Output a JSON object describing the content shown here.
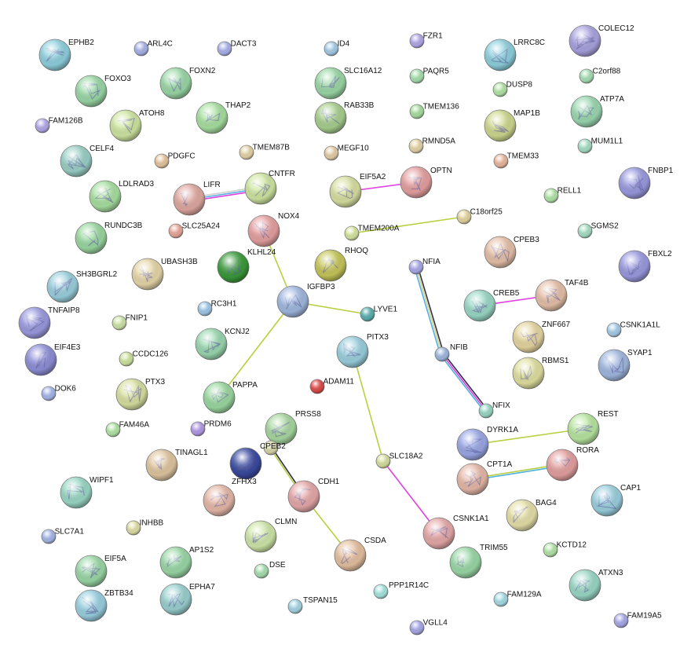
{
  "network": {
    "nodes": [
      {
        "id": "EPHB2",
        "label": "EPHB2",
        "color": "#8ed0de",
        "size": "large",
        "structure": true
      },
      {
        "id": "ARL4C",
        "label": "ARL4C",
        "color": "#a9b3ea",
        "size": "small",
        "structure": false
      },
      {
        "id": "DACT3",
        "label": "DACT3",
        "color": "#a9b3ea",
        "size": "small",
        "structure": false
      },
      {
        "id": "ID4",
        "label": "ID4",
        "color": "#a6cdea",
        "size": "small",
        "structure": false
      },
      {
        "id": "FZR1",
        "label": "FZR1",
        "color": "#b3a9ea",
        "size": "small",
        "structure": false
      },
      {
        "id": "LRRC8C",
        "label": "LRRC8C",
        "color": "#8ed0de",
        "size": "large",
        "structure": true
      },
      {
        "id": "COLEC12",
        "label": "COLEC12",
        "color": "#a9a3e0",
        "size": "large",
        "structure": true
      },
      {
        "id": "FOXO3",
        "label": "FOXO3",
        "color": "#9ad8a6",
        "size": "large",
        "structure": true
      },
      {
        "id": "FOXN2",
        "label": "FOXN2",
        "color": "#9ad8a6",
        "size": "large",
        "structure": true
      },
      {
        "id": "SLC16A12",
        "label": "SLC16A12",
        "color": "#9ad8a6",
        "size": "large",
        "structure": true
      },
      {
        "id": "PAQR5",
        "label": "PAQR5",
        "color": "#a8e0b0",
        "size": "small",
        "structure": false
      },
      {
        "id": "C2orf88",
        "label": "C2orf88",
        "color": "#a8e0b8",
        "size": "small",
        "structure": false
      },
      {
        "id": "DUSP8",
        "label": "DUSP8",
        "color": "#b3e6a8",
        "size": "small",
        "structure": false
      },
      {
        "id": "FAM126B",
        "label": "FAM126B",
        "color": "#b3a9ea",
        "size": "small",
        "structure": false
      },
      {
        "id": "ATOH8",
        "label": "ATOH8",
        "color": "#cfe6a0",
        "size": "large",
        "structure": true
      },
      {
        "id": "THAP2",
        "label": "THAP2",
        "color": "#a8e0a0",
        "size": "large",
        "structure": true
      },
      {
        "id": "RAB33B",
        "label": "RAB33B",
        "color": "#a8cf8e",
        "size": "large",
        "structure": true
      },
      {
        "id": "TMEM136",
        "label": "TMEM136",
        "color": "#a8e0a0",
        "size": "small",
        "structure": false
      },
      {
        "id": "MAP1B",
        "label": "MAP1B",
        "color": "#cfd88e",
        "size": "large",
        "structure": true
      },
      {
        "id": "ATP7A",
        "label": "ATP7A",
        "color": "#9ad8b0",
        "size": "large",
        "structure": true
      },
      {
        "id": "MUM1L1",
        "label": "MUM1L1",
        "color": "#a8e0c6",
        "size": "small",
        "structure": false
      },
      {
        "id": "CELF4",
        "label": "CELF4",
        "color": "#9ad0c6",
        "size": "large",
        "structure": true
      },
      {
        "id": "PDGFC",
        "label": "PDGFC",
        "color": "#e6c6a0",
        "size": "small",
        "structure": false
      },
      {
        "id": "TMEM87B",
        "label": "TMEM87B",
        "color": "#e6d6a8",
        "size": "small",
        "structure": false
      },
      {
        "id": "MEGF10",
        "label": "MEGF10",
        "color": "#e6cfa8",
        "size": "small",
        "structure": false
      },
      {
        "id": "RMND5A",
        "label": "RMND5A",
        "color": "#e6d6a8",
        "size": "small",
        "structure": false
      },
      {
        "id": "TMEM33",
        "label": "TMEM33",
        "color": "#eab8a0",
        "size": "small",
        "structure": false
      },
      {
        "id": "FNBP1",
        "label": "FNBP1",
        "color": "#9a9ae0",
        "size": "large",
        "structure": true
      },
      {
        "id": "LDLRAD3",
        "label": "LDLRAD3",
        "color": "#a8e0a0",
        "size": "large",
        "structure": true
      },
      {
        "id": "LIFR",
        "label": "LIFR",
        "color": "#e0a8a0",
        "size": "large",
        "structure": true
      },
      {
        "id": "CNTFR",
        "label": "CNTFR",
        "color": "#cfe6a0",
        "size": "large",
        "structure": true
      },
      {
        "id": "EIF5A2",
        "label": "EIF5A2",
        "color": "#d8e0a0",
        "size": "large",
        "structure": true
      },
      {
        "id": "OPTN",
        "label": "OPTN",
        "color": "#e6a0a0",
        "size": "large",
        "structure": true
      },
      {
        "id": "RELL1",
        "label": "RELL1",
        "color": "#b3e6a8",
        "size": "small",
        "structure": false
      },
      {
        "id": "SLC25A24",
        "label": "SLC25A24",
        "color": "#eaa89a",
        "size": "small",
        "structure": false
      },
      {
        "id": "NOX4",
        "label": "NOX4",
        "color": "#e6a0a0",
        "size": "large",
        "structure": true
      },
      {
        "id": "TMEM200A",
        "label": "TMEM200A",
        "color": "#d8e6a0",
        "size": "small",
        "structure": false
      },
      {
        "id": "C18orf25",
        "label": "C18orf25",
        "color": "#e6d6a0",
        "size": "small",
        "structure": false
      },
      {
        "id": "SGMS2",
        "label": "SGMS2",
        "color": "#a8e0c6",
        "size": "small",
        "structure": false
      },
      {
        "id": "RUNDC3B",
        "label": "RUNDC3B",
        "color": "#9ad8a0",
        "size": "large",
        "structure": true
      },
      {
        "id": "KLHL24",
        "label": "KLHL24",
        "color": "#3a9a3a",
        "size": "large",
        "structure": true
      },
      {
        "id": "RHOQ",
        "label": "RHOQ",
        "color": "#c6c65a",
        "size": "large",
        "structure": true
      },
      {
        "id": "CPEB3",
        "label": "CPEB3",
        "color": "#e6c0a8",
        "size": "large",
        "structure": true
      },
      {
        "id": "FBXL2",
        "label": "FBXL2",
        "color": "#9a9ae0",
        "size": "large",
        "structure": true
      },
      {
        "id": "UBASH3B",
        "label": "UBASH3B",
        "color": "#e6d6a8",
        "size": "large",
        "structure": true
      },
      {
        "id": "SH3BGRL2",
        "label": "SH3BGRL2",
        "color": "#9ad0de",
        "size": "large",
        "structure": true
      },
      {
        "id": "NFIA",
        "label": "NFIA",
        "color": "#a9a9ea",
        "size": "small",
        "structure": false
      },
      {
        "id": "IGFBP3",
        "label": "IGFBP3",
        "color": "#a0b8e0",
        "size": "large",
        "structure": true
      },
      {
        "id": "RC3H1",
        "label": "RC3H1",
        "color": "#a0c8ea",
        "size": "small",
        "structure": false
      },
      {
        "id": "CREB5",
        "label": "CREB5",
        "color": "#9ad8c6",
        "size": "large",
        "structure": true
      },
      {
        "id": "TAF4B",
        "label": "TAF4B",
        "color": "#e6c0a8",
        "size": "large",
        "structure": true
      },
      {
        "id": "TNFAIP8",
        "label": "TNFAIP8",
        "color": "#9a9ae0",
        "size": "large",
        "structure": true
      },
      {
        "id": "FNIP1",
        "label": "FNIP1",
        "color": "#cfe6a8",
        "size": "small",
        "structure": false
      },
      {
        "id": "LYVE1",
        "label": "LYVE1",
        "color": "#5ab0b0",
        "size": "small",
        "structure": false
      },
      {
        "id": "KCNJ2",
        "label": "KCNJ2",
        "color": "#9ad8b0",
        "size": "large",
        "structure": true
      },
      {
        "id": "ZNF667",
        "label": "ZNF667",
        "color": "#e6d6a0",
        "size": "large",
        "structure": true
      },
      {
        "id": "CSNK1A1L",
        "label": "CSNK1A1L",
        "color": "#a6cdea",
        "size": "small",
        "structure": false
      },
      {
        "id": "EIF4E3",
        "label": "EIF4E3",
        "color": "#8e8ed8",
        "size": "large",
        "structure": true
      },
      {
        "id": "CCDC126",
        "label": "CCDC126",
        "color": "#cfe6a0",
        "size": "small",
        "structure": false
      },
      {
        "id": "PITX3",
        "label": "PITX3",
        "color": "#9ad0de",
        "size": "large",
        "structure": true
      },
      {
        "id": "NFIB",
        "label": "NFIB",
        "color": "#a0b8e0",
        "size": "small",
        "structure": false
      },
      {
        "id": "RBMS1",
        "label": "RBMS1",
        "color": "#e0e0a0",
        "size": "large",
        "structure": true
      },
      {
        "id": "SYAP1",
        "label": "SYAP1",
        "color": "#a0b8e0",
        "size": "large",
        "structure": true
      },
      {
        "id": "DOK6",
        "label": "DOK6",
        "color": "#a6b8ea",
        "size": "small",
        "structure": false
      },
      {
        "id": "PTX3",
        "label": "PTX3",
        "color": "#d8e0a0",
        "size": "large",
        "structure": true
      },
      {
        "id": "ADAM11",
        "label": "ADAM11",
        "color": "#e04a4a",
        "size": "small",
        "structure": false
      },
      {
        "id": "PAPPA",
        "label": "PAPPA",
        "color": "#9ad8a0",
        "size": "large",
        "structure": true
      },
      {
        "id": "NFIX",
        "label": "NFIX",
        "color": "#9ad8c6",
        "size": "small",
        "structure": false
      },
      {
        "id": "FAM46A",
        "label": "FAM46A",
        "color": "#b3e6a8",
        "size": "small",
        "structure": false
      },
      {
        "id": "PRDM6",
        "label": "PRDM6",
        "color": "#b39ae6",
        "size": "small",
        "structure": false
      },
      {
        "id": "PRSS8",
        "label": "PRSS8",
        "color": "#a8d8a0",
        "size": "large",
        "structure": true
      },
      {
        "id": "REST",
        "label": "REST",
        "color": "#b8e6a0",
        "size": "large",
        "structure": true
      },
      {
        "id": "DYRK1A",
        "label": "DYRK1A",
        "color": "#9aa8e6",
        "size": "large",
        "structure": true
      },
      {
        "id": "TINAGL1",
        "label": "TINAGL1",
        "color": "#e0c6a0",
        "size": "large",
        "structure": true
      },
      {
        "id": "CPEB2",
        "label": "CPEB2",
        "color": "#d8d6a8",
        "size": "small",
        "structure": false
      },
      {
        "id": "SLC18A2",
        "label": "SLC18A2",
        "color": "#d8e0a0",
        "size": "small",
        "structure": false
      },
      {
        "id": "RORA",
        "label": "RORA",
        "color": "#e6a0a0",
        "size": "large",
        "structure": true
      },
      {
        "id": "ZFHX3",
        "label": "ZFHX3",
        "color": "#3a4aa0",
        "size": "large",
        "structure": true
      },
      {
        "id": "CPT1A",
        "label": "CPT1A",
        "color": "#e6b8a8",
        "size": "large",
        "structure": true
      },
      {
        "id": "WIPF1",
        "label": "WIPF1",
        "color": "#9ad8c6",
        "size": "large",
        "structure": true
      },
      {
        "id": "CDH1",
        "label": "CDH1",
        "color": "#e6a8a8",
        "size": "large",
        "structure": true
      },
      {
        "id": "CAP1",
        "label": "CAP1",
        "color": "#9ad0de",
        "size": "large",
        "structure": true
      },
      {
        "id": "SLC7A1",
        "label": "SLC7A1",
        "color": "#a6b8ea",
        "size": "small",
        "structure": false
      },
      {
        "id": "INHBB",
        "label": "INHBB",
        "color": "#e0e0a8",
        "size": "small",
        "structure": false
      },
      {
        "id": "UNLABELED1",
        "label": "",
        "color": "#e6b8a8",
        "size": "large",
        "structure": true
      },
      {
        "id": "BAG4",
        "label": "BAG4",
        "color": "#e6e0a8",
        "size": "large",
        "structure": true
      },
      {
        "id": "CSNK1A1",
        "label": "CSNK1A1",
        "color": "#e6a8a8",
        "size": "large",
        "structure": true
      },
      {
        "id": "CLMN",
        "label": "CLMN",
        "color": "#cfe6a8",
        "size": "large",
        "structure": true
      },
      {
        "id": "KCTD12",
        "label": "KCTD12",
        "color": "#b3e6a8",
        "size": "small",
        "structure": false
      },
      {
        "id": "EIF5A",
        "label": "EIF5A",
        "color": "#9ad8a6",
        "size": "large",
        "structure": true
      },
      {
        "id": "AP1S2",
        "label": "AP1S2",
        "color": "#9ad8a6",
        "size": "large",
        "structure": true
      },
      {
        "id": "CSDA",
        "label": "CSDA",
        "color": "#e6c0a0",
        "size": "large",
        "structure": true
      },
      {
        "id": "TRIM55",
        "label": "TRIM55",
        "color": "#9ad8a6",
        "size": "large",
        "structure": true
      },
      {
        "id": "ATXN3",
        "label": "ATXN3",
        "color": "#9ad8c6",
        "size": "large",
        "structure": true
      },
      {
        "id": "DSE",
        "label": "DSE",
        "color": "#a8e0b0",
        "size": "small",
        "structure": false
      },
      {
        "id": "PPP1R14C",
        "label": "PPP1R14C",
        "color": "#a8e6e0",
        "size": "small",
        "structure": false
      },
      {
        "id": "ZBTB34",
        "label": "ZBTB34",
        "color": "#9ad0e0",
        "size": "large",
        "structure": true
      },
      {
        "id": "EPHA7",
        "label": "EPHA7",
        "color": "#9ad0d0",
        "size": "large",
        "structure": true
      },
      {
        "id": "TSPAN15",
        "label": "TSPAN15",
        "color": "#a6d6e6",
        "size": "small",
        "structure": false
      },
      {
        "id": "FAM129A",
        "label": "FAM129A",
        "color": "#a6dde6",
        "size": "small",
        "structure": false
      },
      {
        "id": "FAM19A5",
        "label": "FAM19A5",
        "color": "#a9a9ea",
        "size": "small",
        "structure": false
      },
      {
        "id": "VGLL4",
        "label": "VGLL4",
        "color": "#a9a9ea",
        "size": "small",
        "structure": false
      }
    ],
    "edges": [
      {
        "source": "LIFR",
        "target": "CNTFR",
        "evidence": [
          "#d0d0d0",
          "#50b0e0",
          "#e040e0"
        ]
      },
      {
        "source": "EIF5A2",
        "target": "OPTN",
        "evidence": [
          "#e040e0"
        ]
      },
      {
        "source": "TMEM200A",
        "target": "C18orf25",
        "evidence": [
          "#b8d040"
        ]
      },
      {
        "source": "NOX4",
        "target": "IGFBP3",
        "evidence": [
          "#b8d040"
        ]
      },
      {
        "source": "IGFBP3",
        "target": "LYVE1",
        "evidence": [
          "#b8d040"
        ]
      },
      {
        "source": "IGFBP3",
        "target": "PAPPA",
        "evidence": [
          "#b8d040"
        ]
      },
      {
        "source": "NFIA",
        "target": "NFIB",
        "evidence": [
          "#303050",
          "#d8d080",
          "#50b0e0"
        ]
      },
      {
        "source": "NFIB",
        "target": "NFIX",
        "evidence": [
          "#303050",
          "#e040e0",
          "#50b0e0"
        ]
      },
      {
        "source": "CREB5",
        "target": "TAF4B",
        "evidence": [
          "#e040e0"
        ]
      },
      {
        "source": "PITX3",
        "target": "SLC18A2",
        "evidence": [
          "#b8d040"
        ]
      },
      {
        "source": "SLC18A2",
        "target": "CSNK1A1",
        "evidence": [
          "#e040e0"
        ]
      },
      {
        "source": "CPEB2",
        "target": "CDH1",
        "evidence": [
          "#303050",
          "#b8d040"
        ]
      },
      {
        "source": "CDH1",
        "target": "CSDA",
        "evidence": [
          "#b8d040"
        ]
      },
      {
        "source": "DYRK1A",
        "target": "REST",
        "evidence": [
          "#b8d040"
        ]
      },
      {
        "source": "CPT1A",
        "target": "RORA",
        "evidence": [
          "#b8d040",
          "#50b0e0"
        ]
      }
    ]
  }
}
